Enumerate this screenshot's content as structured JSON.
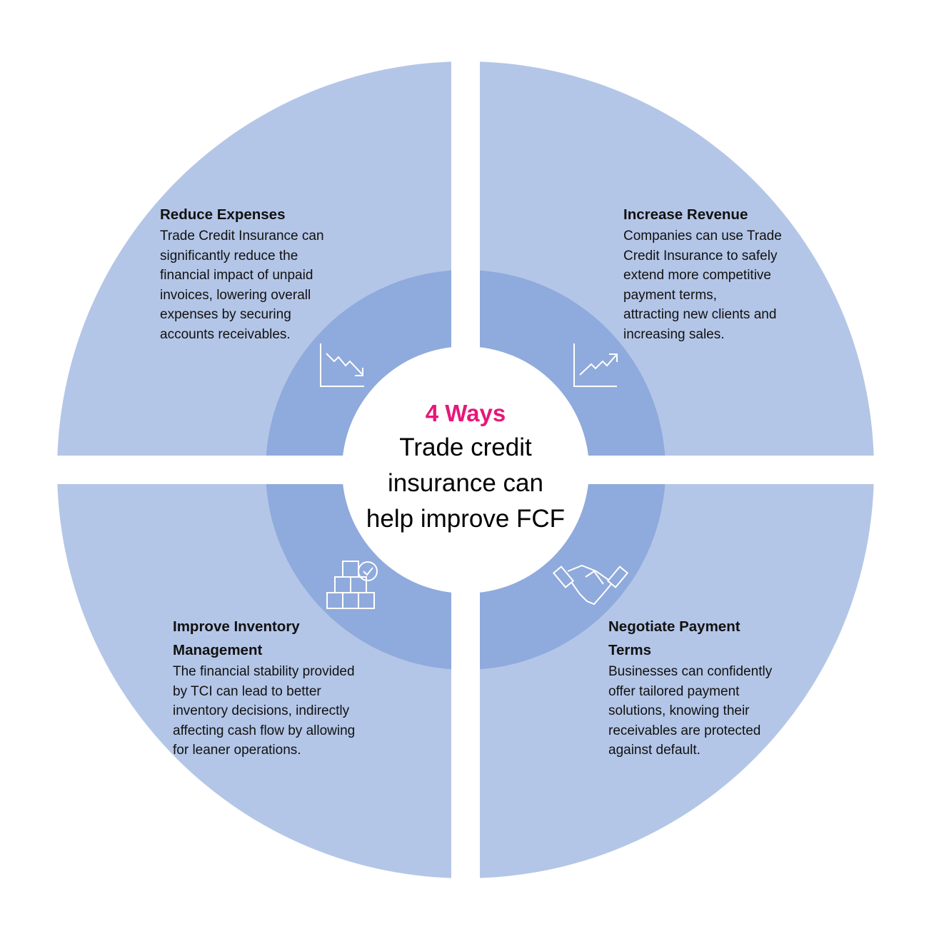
{
  "colors": {
    "outer": "#b4c6e7",
    "inner": "#8faadc",
    "accent": "#e6177a",
    "text": "#111111"
  },
  "center": {
    "title": "4 Ways",
    "lines": [
      "Trade credit",
      "insurance can",
      "help improve FCF"
    ]
  },
  "quadrants": [
    {
      "id": "reduce-expenses",
      "icon": "chart-down-icon",
      "title_lines": [
        "Reduce Expenses"
      ],
      "body_lines": [
        "Trade Credit Insurance can",
        "significantly reduce the",
        "financial impact of unpaid",
        "invoices, lowering overall",
        "expenses by securing",
        "accounts receivables."
      ]
    },
    {
      "id": "increase-revenue",
      "icon": "chart-up-icon",
      "title_lines": [
        "Increase Revenue"
      ],
      "body_lines": [
        "Companies can use Trade",
        "Credit Insurance to safely",
        "extend more competitive",
        "payment terms,",
        "attracting new clients and",
        "increasing sales."
      ]
    },
    {
      "id": "improve-inventory",
      "icon": "boxes-check-icon",
      "title_lines": [
        "Improve Inventory",
        "Management"
      ],
      "body_lines": [
        "The financial stability provided",
        "by TCI can lead to better",
        "inventory decisions, indirectly",
        "affecting cash flow by allowing",
        "for leaner operations."
      ]
    },
    {
      "id": "negotiate-terms",
      "icon": "handshake-icon",
      "title_lines": [
        "Negotiate Payment",
        "Terms"
      ],
      "body_lines": [
        "Businesses can confidently",
        "offer tailored payment",
        "solutions, knowing their",
        "receivables are protected",
        "against default."
      ]
    }
  ]
}
